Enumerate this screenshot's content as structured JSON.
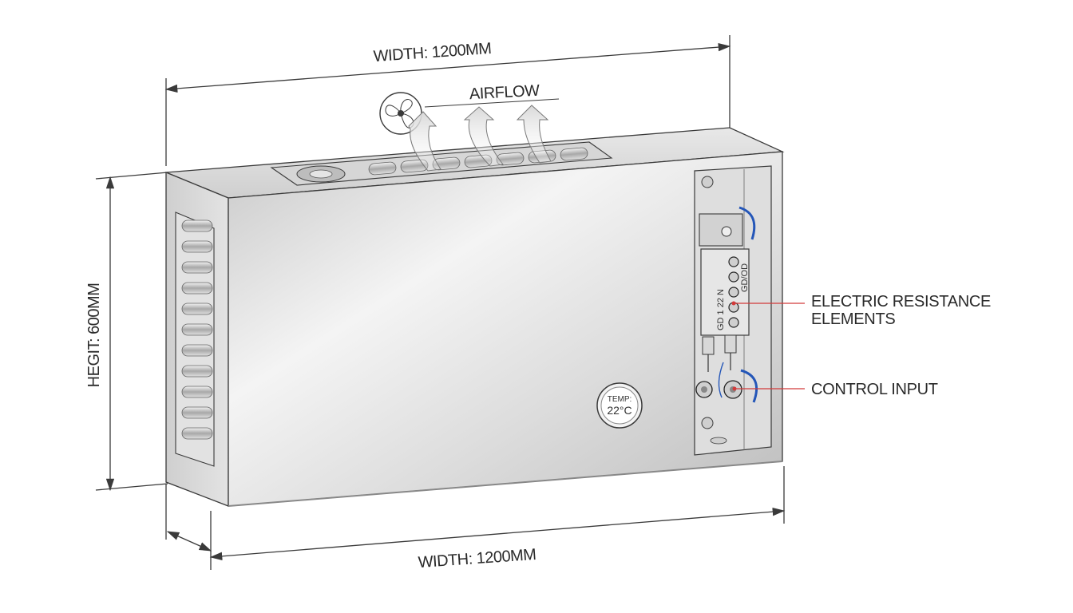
{
  "labels": {
    "width_top": "WIDTH: 1200MM",
    "width_bottom": "WIDTH: 1200MM",
    "height": "HEGIT: 600MM",
    "airflow": "AIRFLOW",
    "electric_line1": "ELECTRIC RESISTANCE",
    "electric_line2": "ELEMENTS",
    "control_input": "CONTROL INPUT"
  },
  "gauge": {
    "label": "TEMP:",
    "value": "22°C"
  },
  "terminal": {
    "left_text": "GD 1 22 N",
    "right_text": "GD/OD"
  },
  "colors": {
    "callout": "#d23a3a",
    "cable": "#2456b8",
    "outline": "#3a3a3a"
  }
}
